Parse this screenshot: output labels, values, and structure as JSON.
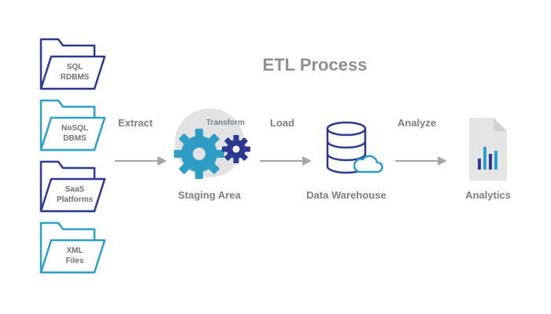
{
  "title": "ETL Process",
  "sources": [
    {
      "line1": "SQL",
      "line2": "RDBMS",
      "color": "#2b3a8f"
    },
    {
      "line1": "NoSQL",
      "line2": "DBMS",
      "color": "#2f9dc5"
    },
    {
      "line1": "SaaS",
      "line2": "Platforms",
      "color": "#2b3a8f"
    },
    {
      "line1": "XML",
      "line2": "Files",
      "color": "#2f9dc5"
    }
  ],
  "steps": {
    "extract": "Extract",
    "transform": "Transform",
    "load": "Load",
    "analyze": "Analyze"
  },
  "nodes": {
    "staging": "Staging Area",
    "warehouse": "Data Warehouse",
    "analytics": "Analytics"
  },
  "icons": {
    "source": "folder-icon",
    "staging": "gears-icon",
    "warehouse": "database-cloud-icon",
    "analytics": "report-chart-icon"
  },
  "colors": {
    "navy": "#2b3a8f",
    "teal": "#2f9dc5",
    "arrow": "#a4a8ad",
    "text": "#7a7f86",
    "circle": "#e1e2e4"
  }
}
